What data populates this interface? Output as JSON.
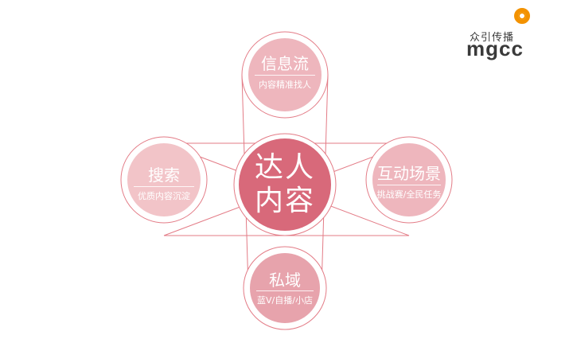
{
  "brand": {
    "name_cn": "众引传播",
    "name_en": "mgcc",
    "accent_color": "#f39200"
  },
  "diagram": {
    "line_color": "#e37b86",
    "center": {
      "line1": "达人",
      "line2": "内容",
      "fill": "#d8697a"
    },
    "nodes": {
      "top": {
        "title": "信息流",
        "subtitle": "内容精准找人",
        "fill": "#eeb6bd"
      },
      "left": {
        "title": "搜索",
        "subtitle": "优质内容沉淀",
        "fill": "#f2c4c8"
      },
      "right": {
        "title": "互动场景",
        "subtitle": "挑战赛/全民任务",
        "fill": "#eeb6bd"
      },
      "bottom": {
        "title": "私域",
        "subtitle": "蓝V/自播/小店",
        "fill": "#e7a3ac"
      }
    }
  }
}
